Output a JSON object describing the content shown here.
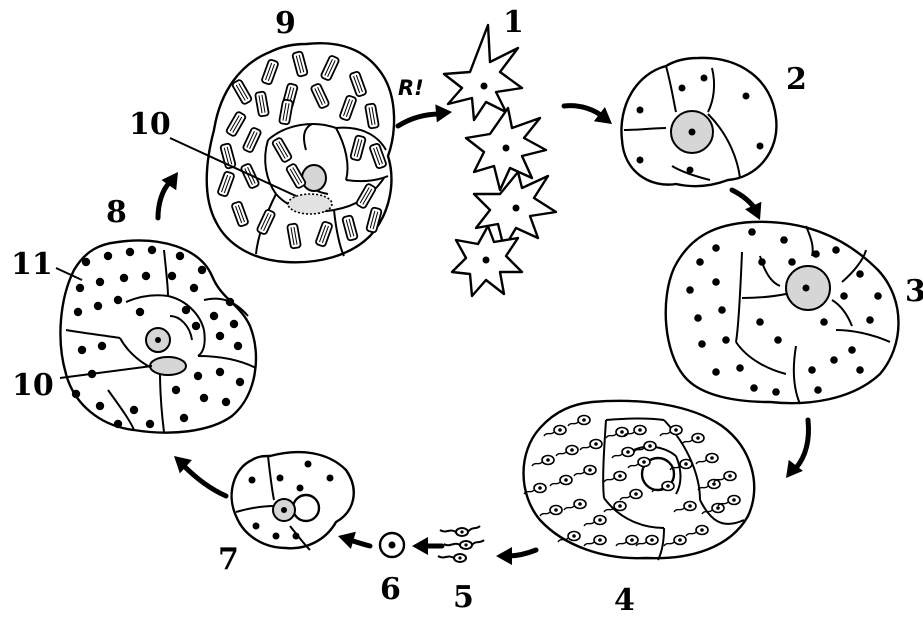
{
  "figure": {
    "labels": {
      "l1": "1",
      "l2": "2",
      "l3": "3",
      "l4": "4",
      "l5": "5",
      "l6": "6",
      "l7": "7",
      "l8": "8",
      "l9": "9",
      "l10a": "10",
      "l10b": "10",
      "l11": "11"
    },
    "arrow_label": "R!"
  },
  "colors": {
    "ink": "#000000",
    "nucleus_fill": "#d6d6d6",
    "background": "#ffffff"
  }
}
